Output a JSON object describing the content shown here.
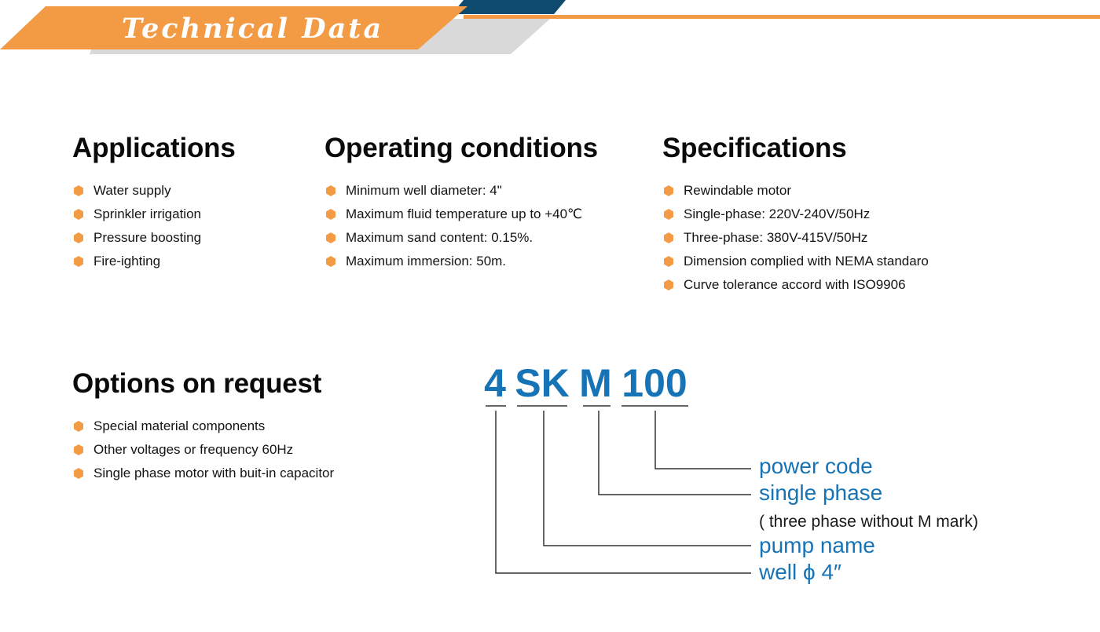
{
  "banner": {
    "title": "Technical Data"
  },
  "colors": {
    "accent_orange": "#F39A45",
    "navy": "#0E4A6E",
    "grey": "#D9D9D9",
    "model_blue": "#1673B5",
    "bullet_icon": "orange-hexagon-icon"
  },
  "applications": {
    "heading": "Applications",
    "items": [
      "Water supply",
      "Sprinkler irrigation",
      "Pressure boosting",
      "Fire-ighting"
    ]
  },
  "operating": {
    "heading": "Operating conditions",
    "items": [
      "Minimum well diameter: 4\"",
      "Maximum fluid temperature up to +40℃",
      "Maximum sand content: 0.15%.",
      "Maximum immersion: 50m."
    ]
  },
  "specifications": {
    "heading": "Specifications",
    "items": [
      "Rewindable motor",
      "Single-phase: 220V-240V/50Hz",
      "Three-phase: 380V-415V/50Hz",
      "Dimension complied with NEMA standaro",
      "Curve tolerance accord with ISO9906"
    ]
  },
  "options": {
    "heading": "Options on request",
    "items": [
      "Special material components",
      "Other voltages or frequency 60Hz",
      "Single phase motor with buit-in capacitor"
    ]
  },
  "model_code": {
    "parts": [
      "4",
      "SK",
      "M",
      "100"
    ],
    "labels": {
      "power": "power code",
      "phase": "single phase",
      "phase_note": "( three phase without M mark)",
      "pump": "pump name",
      "well": "well ϕ 4″"
    }
  }
}
